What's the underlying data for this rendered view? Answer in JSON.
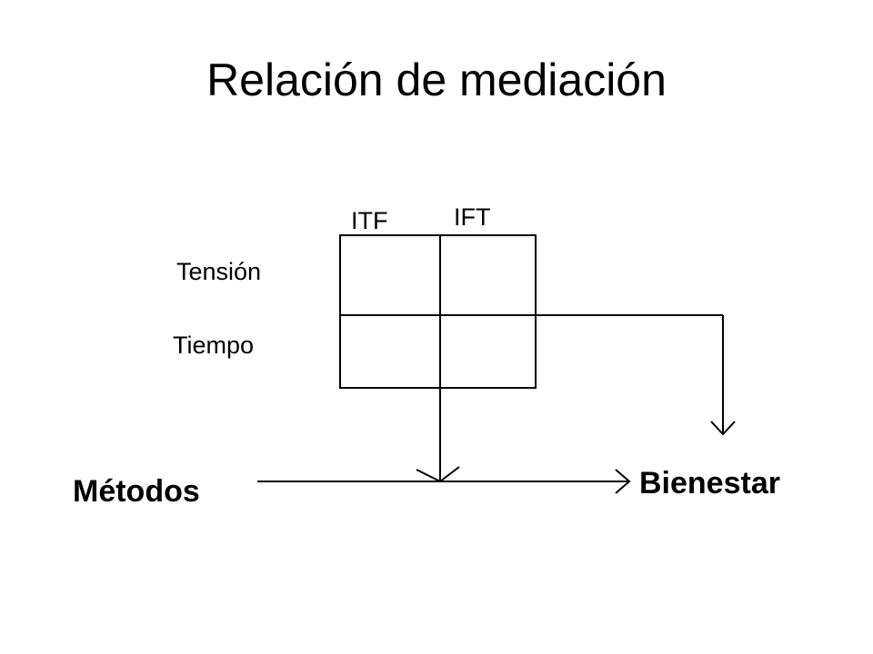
{
  "slide": {
    "title": "Relación de mediación"
  },
  "diagram": {
    "columns": [
      "ITF",
      "IFT"
    ],
    "rows": [
      "Tensión",
      "Tiempo"
    ],
    "source_node": "Métodos",
    "target_node": "Bienestar"
  },
  "colors": {
    "background": "#ffffff",
    "ink": "#000000"
  }
}
